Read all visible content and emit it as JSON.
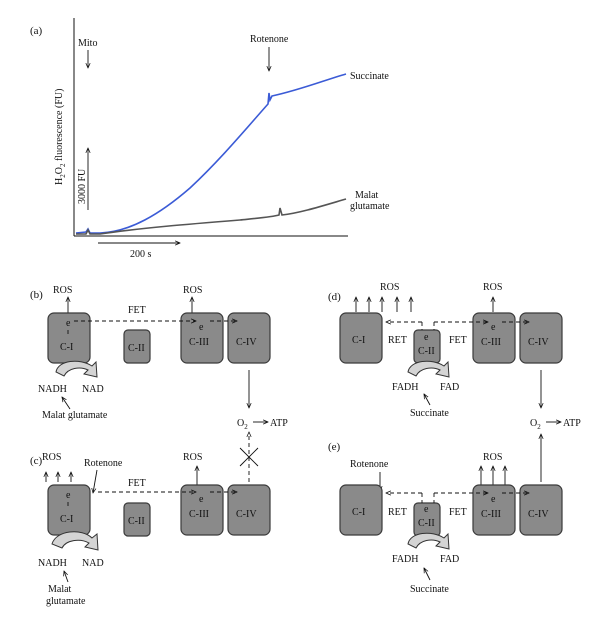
{
  "panel_a": {
    "label": "(a)",
    "y_axis_label_prefix": "H",
    "y_axis_label_sub": "2",
    "y_axis_label_mid": "O",
    "y_axis_label_sub2": "2",
    "y_axis_label_suffix": " fluorescence (FU)",
    "mito": "Mito",
    "rotenone": "Rotenone",
    "succinate": "Succinate",
    "malat": "Malat",
    "glutamate": "glutamate",
    "scale_y": "3000 FU",
    "scale_x": "200 s"
  },
  "panel_b": {
    "label": "(b)",
    "ros_c1": "ROS",
    "ros_c3": "ROS",
    "fet": "FET",
    "c1": "C-I",
    "c2": "C-II",
    "c3": "C-III",
    "c4": "C-IV",
    "e1": "e",
    "e3": "e",
    "nadh": "NADH",
    "nad": "NAD",
    "substrate": "Malat glutamate"
  },
  "panel_c": {
    "label": "(c)",
    "ros_c1": "ROS",
    "ros_c3": "ROS",
    "rotenone": "Rotenone",
    "fet": "FET",
    "c1": "C-I",
    "c2": "C-II",
    "c3": "C-III",
    "c4": "C-IV",
    "e1": "e",
    "e3": "e",
    "nadh": "NADH",
    "nad": "NAD",
    "substrate_1": "Malat",
    "substrate_2": "glutamate"
  },
  "panel_d": {
    "label": "(d)",
    "ros_c1": "ROS",
    "ros_c3": "ROS",
    "ret": "RET",
    "fet": "FET",
    "c1": "C-I",
    "c2": "C-II",
    "c3": "C-III",
    "c4": "C-IV",
    "e2": "e",
    "e3": "e",
    "fadh": "FADH",
    "fad": "FAD",
    "substrate": "Succinate"
  },
  "panel_e": {
    "label": "(e)",
    "ros_c3": "ROS",
    "rotenone": "Rotenone",
    "ret": "RET",
    "fet": "FET",
    "c1": "C-I",
    "c2": "C-II",
    "c3": "C-III",
    "c4": "C-IV",
    "e2": "e",
    "e3": "e",
    "fadh": "FADH",
    "fad": "FAD",
    "substrate": "Succinate"
  },
  "left_o2": "O",
  "left_o2_sub": "2",
  "left_atp": "ATP",
  "right_o2": "O",
  "right_o2_sub": "2",
  "right_atp": "ATP",
  "colors": {
    "succinate_curve": "#3b5bd6",
    "malat_curve": "#555555",
    "complex_fill": "#8a8a8a"
  }
}
